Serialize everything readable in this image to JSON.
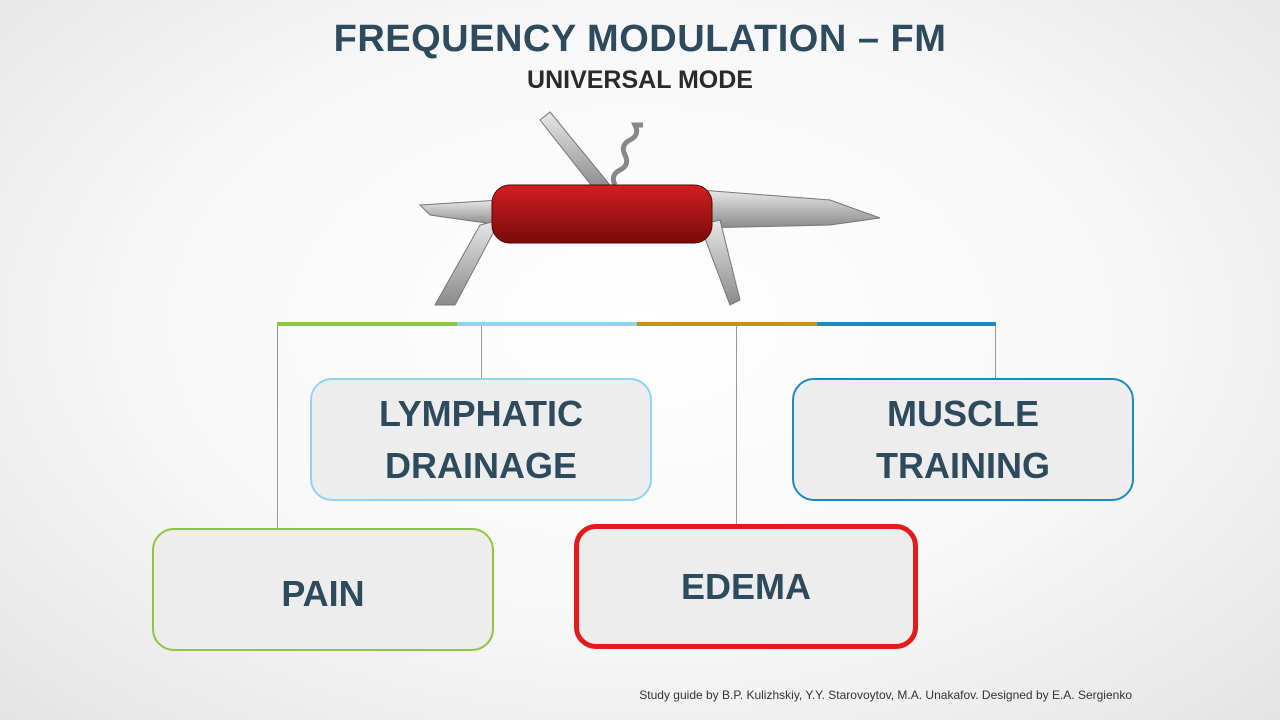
{
  "title": "FREQUENCY MODULATION – FM",
  "subtitle": "UNIVERSAL MODE",
  "colors": {
    "pain": "#8dc63f",
    "lymphatic": "#8fd3f0",
    "edema_bar": "#c8901a",
    "muscle": "#1b8bbf",
    "edema_border": "#e21b1b",
    "text": "#2e4b5e"
  },
  "boxes": {
    "lymphatic_1": "LYMPHATIC",
    "lymphatic_2": "DRAINAGE",
    "muscle_1": "MUSCLE",
    "muscle_2": "TRAINING",
    "pain": "PAIN",
    "edema": "EDEMA"
  },
  "credit": "Study guide by B.P. Kulizhskiy,  Y.Y. Starovoytov, M.A. Unakafov. Designed by E.A. Sergienko"
}
